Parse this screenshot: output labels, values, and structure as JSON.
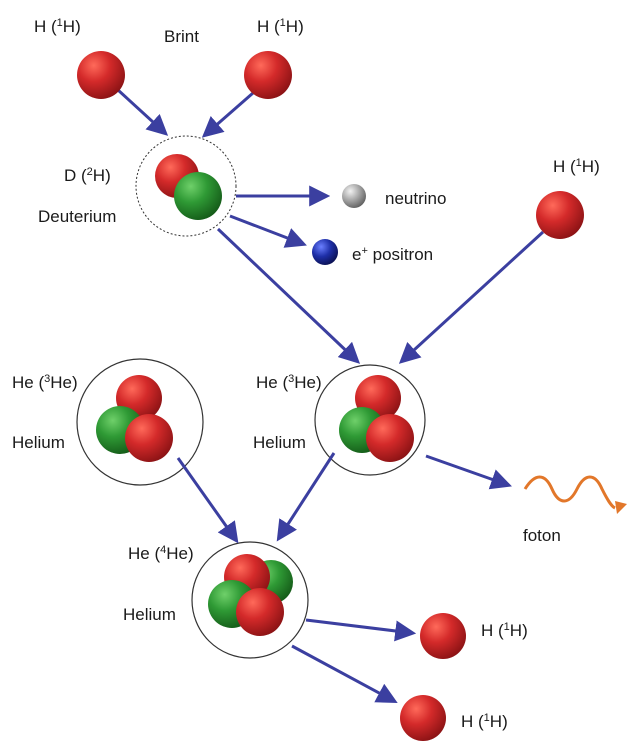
{
  "colors": {
    "arrow": "#3b3fa0",
    "proton": "#c8232a",
    "neutron": "#2e8b2e",
    "neutrino": "#9a9a9a",
    "positron": "#1a2a9a",
    "photon": "#e2772a"
  },
  "labels": {
    "brint": "Brint",
    "h1_top_left": {
      "pre": "H (",
      "sup": "1",
      "post": "H)"
    },
    "h1_top_center": {
      "pre": "H (",
      "sup": "1",
      "post": "H)"
    },
    "h1_right": {
      "pre": "H (",
      "sup": "1",
      "post": "H)"
    },
    "deuterium_symbol": {
      "pre": "D (",
      "sup": "2",
      "post": "H)"
    },
    "deuterium_name": "Deuterium",
    "neutrino": "neutrino",
    "positron": {
      "pre": "e",
      "sup": "+",
      "post": " positron"
    },
    "he3_left_symbol": {
      "pre": "He (",
      "sup": "3",
      "post": "He)"
    },
    "he3_left_name": "Helium",
    "he3_mid_symbol": {
      "pre": "He (",
      "sup": "3",
      "post": "He)"
    },
    "he3_mid_name": "Helium",
    "he4_symbol": {
      "pre": "He (",
      "sup": "4",
      "post": "He)"
    },
    "he4_name": "Helium",
    "foton": "foton",
    "h1_out_1": {
      "pre": "H (",
      "sup": "1",
      "post": "H)"
    },
    "h1_out_2": {
      "pre": "H (",
      "sup": "1",
      "post": "H)"
    }
  }
}
